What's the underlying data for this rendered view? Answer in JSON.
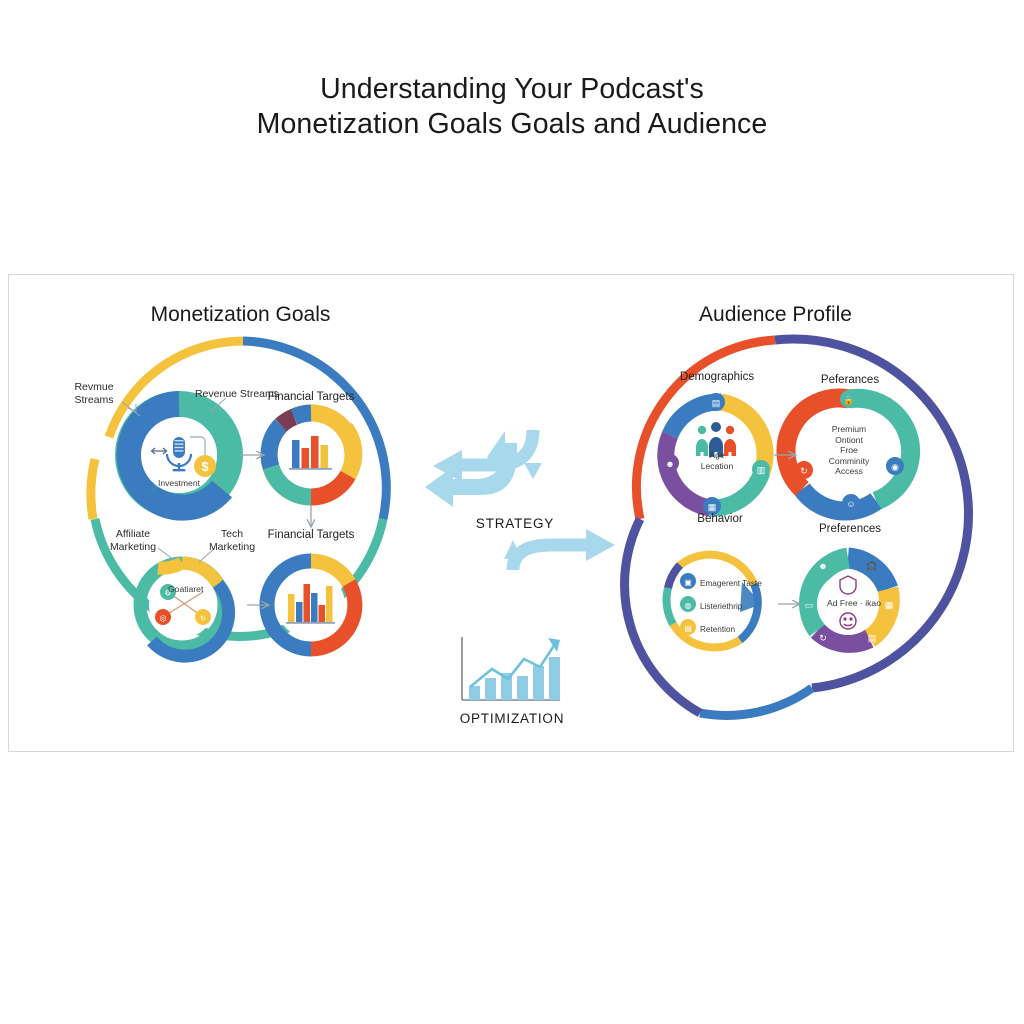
{
  "title": {
    "line1": "Understanding Your Podcast's",
    "line2": "Monetization Goals Goals and Audience"
  },
  "panels": {
    "left": {
      "heading": "Monetization Goals",
      "outer_ring_colors": [
        "#F5C23E",
        "#3B7BBF",
        "#4BBBA6"
      ],
      "outer_callouts": [
        {
          "id": "revmue-streams",
          "text": "Revmue\nStreams"
        },
        {
          "id": "revenue-streams",
          "text": "Revenue Streams"
        },
        {
          "id": "affiliate-marketing",
          "text": "Affiliate\nMarketing"
        },
        {
          "id": "tech-marketing",
          "text": "Tech\nMarketing"
        }
      ],
      "nodes": [
        {
          "id": "investment",
          "title": "",
          "center_text": "Investment",
          "icons": [
            "microphone-icon",
            "dollar-coin-icon",
            "arrow-icon"
          ],
          "ring_colors": [
            "#4BBBA6",
            "#3B7BBF"
          ]
        },
        {
          "id": "financial-targets-top",
          "title": "Financial Targets",
          "center_text": "",
          "icons": [
            "bar-chart-icon"
          ],
          "ring_colors": [
            "#F5C23E",
            "#E8502A",
            "#4BBBA6",
            "#3B7BBF",
            "#7B3B52"
          ],
          "bars": [
            {
              "value": 62,
              "color": "#3B7BBF"
            },
            {
              "value": 42,
              "color": "#E8502A"
            },
            {
              "value": 72,
              "color": "#E8502A"
            },
            {
              "value": 52,
              "color": "#F5C23E"
            }
          ]
        },
        {
          "id": "goals-network",
          "title": "",
          "center_text": "Goatiaret",
          "icons": [
            "network-node-icon",
            "gear-icon",
            "target-icon"
          ],
          "ring_colors": [
            "#F5C23E",
            "#4BBBA6",
            "#3B7BBF"
          ]
        },
        {
          "id": "financial-targets-bottom",
          "title": "Financial Targets",
          "center_text": "",
          "icons": [
            "bar-chart-icon"
          ],
          "ring_colors": [
            "#F5C23E",
            "#E8502A",
            "#3B7BBF"
          ],
          "bars": [
            {
              "value": 46,
              "color": "#F5C23E"
            },
            {
              "value": 33,
              "color": "#3B7BBF"
            },
            {
              "value": 75,
              "color": "#E8502A"
            },
            {
              "value": 52,
              "color": "#3B7BBF"
            },
            {
              "value": 28,
              "color": "#E8502A"
            },
            {
              "value": 70,
              "color": "#F5C23E"
            }
          ]
        }
      ]
    },
    "right": {
      "heading": "Audience Profile",
      "outer_ring_colors": [
        "#E8502A",
        "#4F529E",
        "#3B7BBF"
      ],
      "nodes": [
        {
          "id": "demographics",
          "title": "Demographics",
          "center_text": "Age\nLecation",
          "icons": [
            "people-group-icon",
            "user-icon",
            "calendar-icon",
            "chart-icon"
          ],
          "ring_colors": [
            "#F5C23E",
            "#4BBBA6",
            "#7B4FA0",
            "#3B7BBF"
          ]
        },
        {
          "id": "preferences-top",
          "title": "Peferances",
          "center_text": "Premium\nOntiont\nFroe\nComminity\nAccess",
          "icons": [
            "lock-icon",
            "refresh-icon",
            "chat-icon",
            "badge-icon"
          ],
          "ring_colors": [
            "#4BBBA6",
            "#3B7BBF",
            "#E8502A"
          ]
        },
        {
          "id": "behavior",
          "title": "Behavior",
          "center_text": "",
          "items": [
            "Emagerent Taste",
            "Listeriethrip",
            "Retention"
          ],
          "item_icon_colors": [
            "#3B7BBF",
            "#4BBBA6",
            "#F5C23E"
          ],
          "ring_colors": [
            "#F5C23E",
            "#3B7BBF",
            "#4BBBA6",
            "#4F529E"
          ]
        },
        {
          "id": "preferences-bottom",
          "title": "Preferences",
          "center_text": "Ad Free · ikao",
          "icons": [
            "shield-icon",
            "smiley-icon",
            "user-icon",
            "headphones-icon",
            "grid-icon",
            "briefcase-icon",
            "sync-icon",
            "laptop-icon"
          ],
          "ring_colors": [
            "#4BBBA6",
            "#3B7BBF",
            "#F5C23E",
            "#7B4FA0"
          ]
        }
      ]
    }
  },
  "center": {
    "strategy_label": "STRATEGY",
    "optimization_label": "OPTIMIZATION",
    "arrow_color": "#A8D8EC",
    "growth_chart": {
      "bars": [
        18,
        30,
        42,
        38,
        54,
        68
      ],
      "bar_color": "#8FCDE5",
      "trend_line": true
    }
  },
  "colors": {
    "background": "#ffffff",
    "frame_border": "#d8d8d8",
    "yellow": "#F5C23E",
    "blue": "#3B7BBF",
    "teal": "#4BBBA6",
    "red": "#E8502A",
    "purple": "#7B4FA0",
    "indigo": "#4F529E",
    "maroon": "#7B3B52",
    "light_blue": "#A8D8EC",
    "text": "#1b1b1b"
  }
}
